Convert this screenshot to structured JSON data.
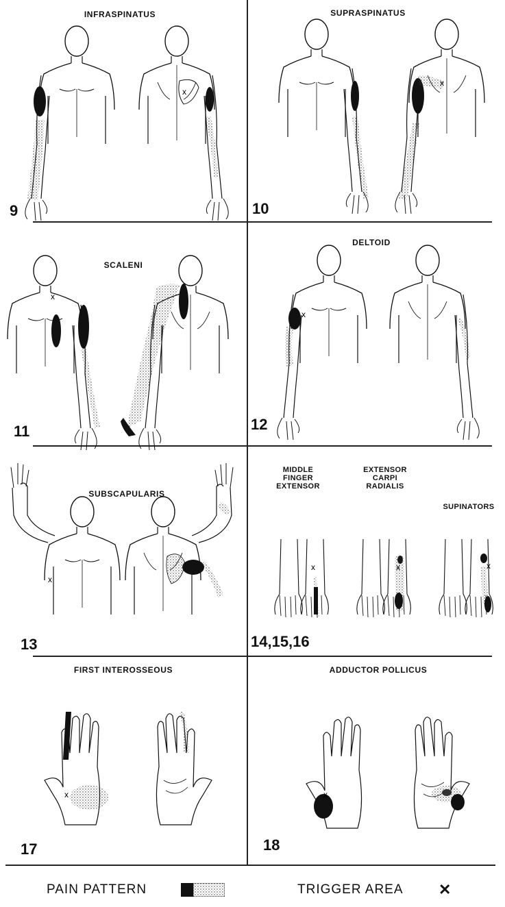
{
  "panels": [
    {
      "number": "9",
      "title": "INFRASPINATUS"
    },
    {
      "number": "10",
      "title": "SUPRASPINATUS"
    },
    {
      "number": "11",
      "title": "SCALENI"
    },
    {
      "number": "12",
      "title": "DELTOID"
    },
    {
      "number": "13",
      "title": "SUBSCAPULARIS"
    },
    {
      "number": "14,15,16",
      "sub_titles": [
        "MIDDLE\nFINGER\nEXTENSOR",
        "EXTENSOR\nCARPI\nRADIALIS",
        "SUPINATORS"
      ]
    },
    {
      "number": "17",
      "title": "FIRST INTEROSSEOUS"
    },
    {
      "number": "18",
      "title": "ADDUCTOR POLLICUS"
    }
  ],
  "legend": {
    "pain_pattern": "PAIN PATTERN",
    "trigger_area": "TRIGGER AREA",
    "trigger_mark": "✕"
  },
  "colors": {
    "ink": "#111111",
    "paper": "#ffffff",
    "stipple": "#555555"
  }
}
